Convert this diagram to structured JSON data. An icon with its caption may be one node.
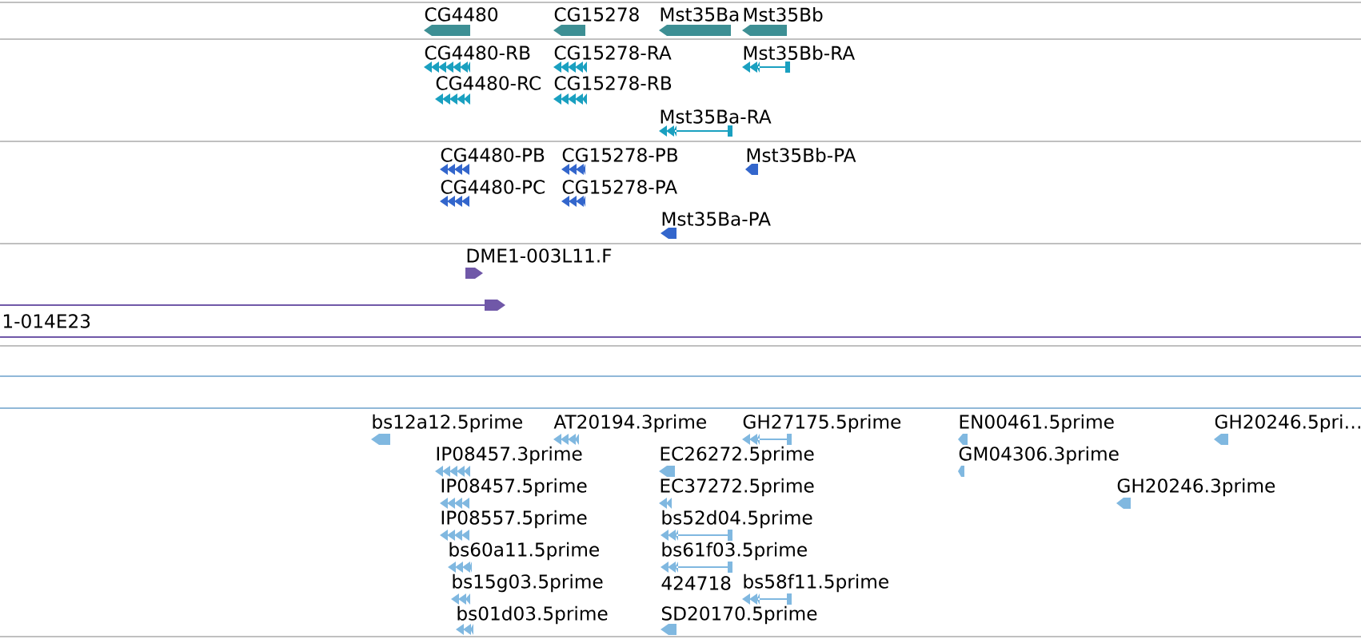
{
  "diagram": {
    "labels": [
      "CG4480",
      "CG15278",
      "Mst35Ba",
      "Mst35Bb",
      "CG4480-RB",
      "CG15278-RA",
      "Mst35Bb-RA",
      "CG4480-RC",
      "CG15278-RB",
      "Mst35Ba-RA",
      "CG4480-PB",
      "CG15278-PB",
      "Mst35Bb-PA",
      "CG4480-PC",
      "CG15278-PA",
      "Mst35Ba-PA",
      "DME1-003L11.F",
      "1-014E23",
      "bs12a12.5prime",
      "AT20194.3prime",
      "GH27175.5prime",
      "EN00461.5prime",
      "GH20246.5pri…",
      "IP08457.3prime",
      "EC26272.5prime",
      "GM04306.3prime",
      "IP08457.5prime",
      "EC37272.5prime",
      "GH20246.3prime",
      "IP08557.5prime",
      "bs52d04.5prime",
      "bs60a11.5prime",
      "bs61f03.5prime",
      "bs15g03.5prime",
      "424718",
      "bs58f11.5prime",
      "bs01d03.5prime",
      "SD20170.5prime"
    ]
  }
}
